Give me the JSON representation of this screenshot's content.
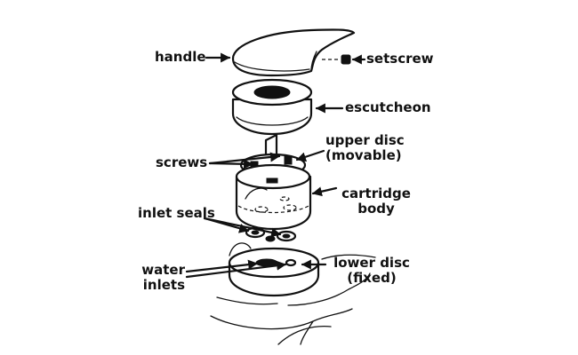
{
  "diagram": {
    "colors": {
      "ink": "#111111",
      "paper": "#ffffff"
    },
    "labels": {
      "handle": "handle",
      "setscrew": "setscrew",
      "escutcheon": "escutcheon",
      "screws": "screws",
      "upper_disc_line1": "upper disc",
      "upper_disc_line2": "(movable)",
      "cartridge_line1": "cartridge",
      "cartridge_line2": "body",
      "inlet_seals": "inlet seals",
      "water_inlets_line1": "water",
      "water_inlets_line2": "inlets",
      "lower_disc_line1": "lower disc",
      "lower_disc_line2": "(fixed)"
    }
  }
}
